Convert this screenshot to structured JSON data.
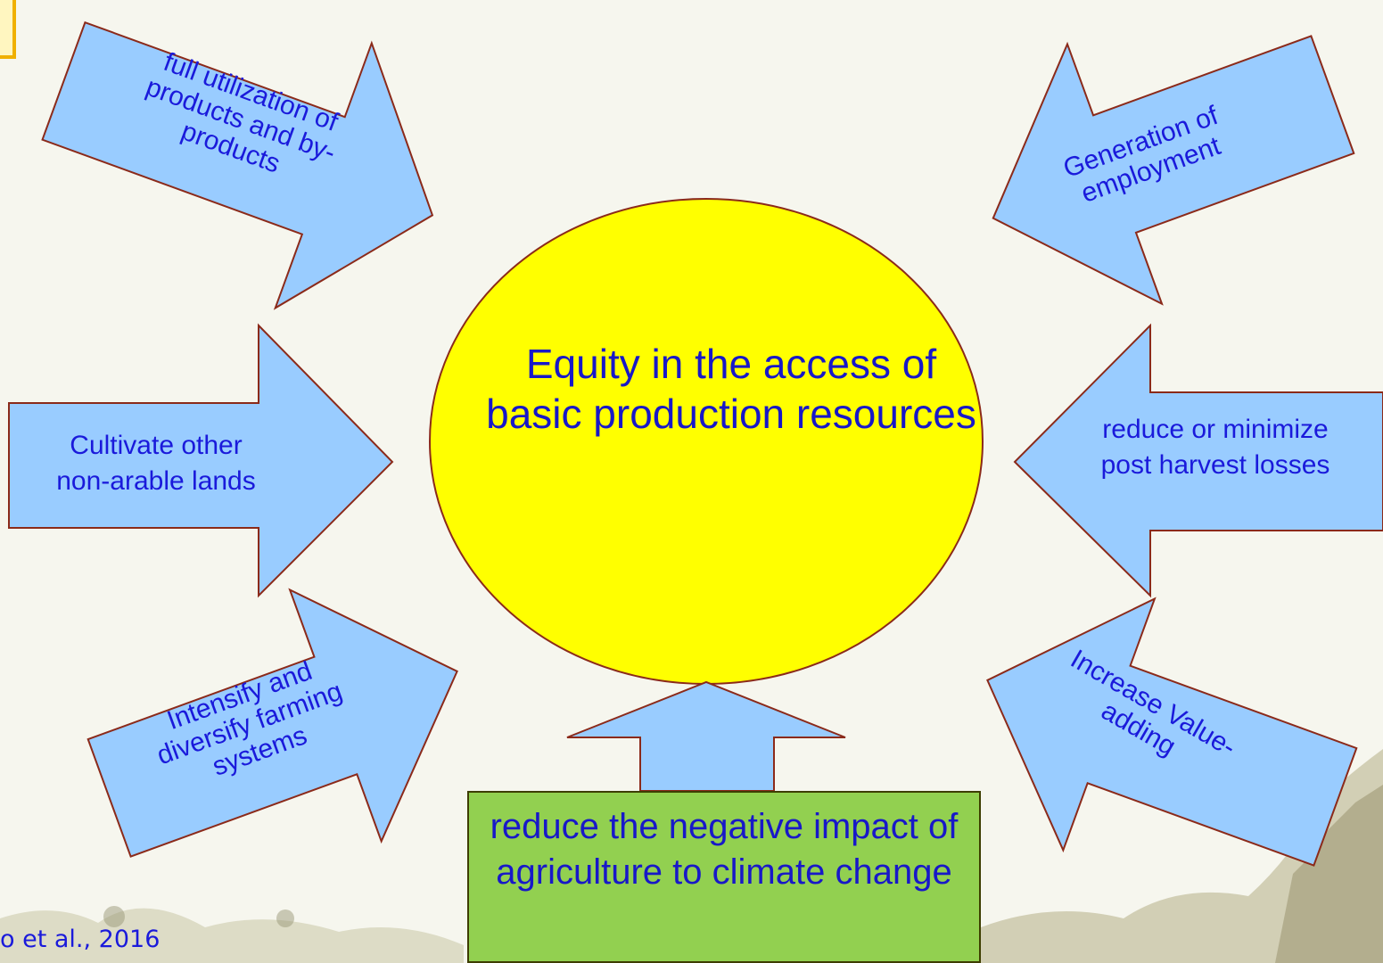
{
  "hub": {
    "label": "Equity in the access of  basic production resources"
  },
  "bottom_box": {
    "label": "reduce the negative impact of agriculture to climate change"
  },
  "arrows": {
    "top_left": "full utilization of products and by-products",
    "top_right": "Generation of employment",
    "mid_left": "Cultivate other non-arable lands",
    "mid_right": "reduce or minimize post harvest losses",
    "bottom_left": "Intensify and diversify farming systems",
    "bottom_right": "Increase Value-adding"
  },
  "citation": "o et al., 2016",
  "colors": {
    "arrow_fill": "#99ccff",
    "arrow_stroke": "#8b2a1a",
    "hub_fill": "#ffff00",
    "box_fill": "#92d050",
    "text": "#1a1adb"
  }
}
